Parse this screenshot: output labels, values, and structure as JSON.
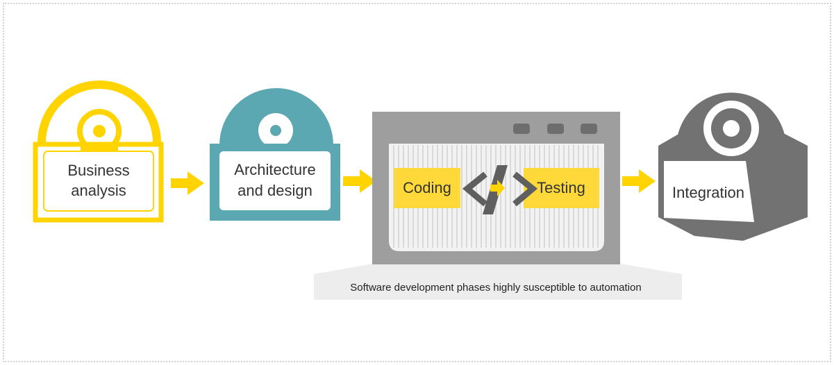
{
  "diagram": {
    "nodes": [
      {
        "id": "business",
        "lines": [
          "Business",
          "analysis"
        ],
        "color": "#FFD400"
      },
      {
        "id": "architecture",
        "lines": [
          "Architecture",
          "and design"
        ],
        "color": "#5BA8B3"
      },
      {
        "id": "coding",
        "lines": [
          "Coding"
        ],
        "color": "#FFD93A"
      },
      {
        "id": "testing",
        "lines": [
          "Testing"
        ],
        "color": "#FFD93A"
      },
      {
        "id": "integration",
        "lines": [
          "Integration"
        ],
        "color": "#727272"
      }
    ],
    "code_symbol": "</>",
    "caption": "Software development phases highly susceptible to automation"
  },
  "colors": {
    "arrow": "#FFD400",
    "window": "#9E9E9E",
    "caption_bg": "#EDEDED",
    "frame": "#CFCFCF"
  }
}
